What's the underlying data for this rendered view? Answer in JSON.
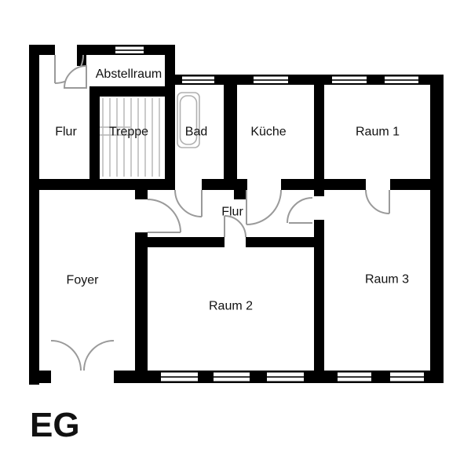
{
  "plan": {
    "title": "EG",
    "rooms": [
      {
        "id": "abstellraum",
        "label": "Abstellraum"
      },
      {
        "id": "flur-oben",
        "label": "Flur"
      },
      {
        "id": "treppe",
        "label": "Treppe"
      },
      {
        "id": "bad",
        "label": "Bad"
      },
      {
        "id": "kueche",
        "label": "Küche"
      },
      {
        "id": "raum1",
        "label": "Raum 1"
      },
      {
        "id": "flur-mitte",
        "label": "Flur"
      },
      {
        "id": "foyer",
        "label": "Foyer"
      },
      {
        "id": "raum2",
        "label": "Raum 2"
      },
      {
        "id": "raum3",
        "label": "Raum 3"
      }
    ],
    "fixtures": [
      {
        "id": "stairs-symbol",
        "name": "stairs"
      },
      {
        "id": "bathtub-symbol",
        "name": "bathtub"
      }
    ],
    "window_count": 11,
    "door_count": 9,
    "colors": {
      "wall": "#000000",
      "door_arc": "#9a9a9a",
      "fixture_line": "#b0b0b0",
      "background": "#ffffff",
      "text": "#111111"
    }
  }
}
